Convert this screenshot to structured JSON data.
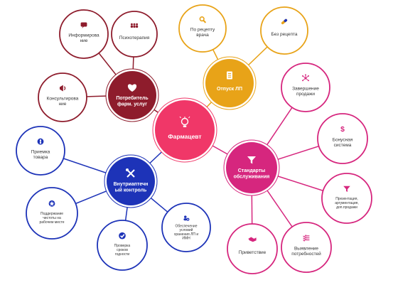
{
  "center": {
    "label": "Фармацевт",
    "icon": "lightbulb-icon",
    "color": "#f03768"
  },
  "hubs": [
    {
      "id": "consumer",
      "label": "Потребитель фарм. услуг",
      "icon": "heart-icon",
      "color": "#8e1c2c",
      "children": [
        {
          "label": "Информирова ние",
          "icon": "chat-bubble-icon"
        },
        {
          "label": "Психотерапия",
          "icon": "group-icon"
        },
        {
          "label": "Консультирова ние",
          "icon": "megaphone-icon"
        }
      ]
    },
    {
      "id": "dispensing",
      "label": "Отпуск ЛП",
      "icon": "document-icon",
      "color": "#e8a318",
      "children": [
        {
          "label": "По рецепту врача",
          "icon": "search-icon"
        },
        {
          "label": "Без рецепта",
          "icon": "pill-icon"
        }
      ]
    },
    {
      "id": "internal",
      "label": "Внутриаптечн ый контроль",
      "icon": "tools-icon",
      "color": "#1d33b8",
      "children": [
        {
          "label": "Приемка товара",
          "icon": "alert-icon"
        },
        {
          "label": "Поддержание чистоты на рабочем месте",
          "icon": "star-badge-icon"
        },
        {
          "label": "Проверка сроков годности",
          "icon": "check-circle-icon"
        },
        {
          "label": "Обеспечение условий хранения ЛП и ИМН",
          "icon": "person-search-icon"
        }
      ]
    },
    {
      "id": "standards",
      "label": "Стандарты обслуживания",
      "icon": "filter-icon",
      "color": "#d6267e",
      "children": [
        {
          "label": "Завершение продажи",
          "icon": "network-icon"
        },
        {
          "label": "Бонусная система",
          "icon": "dollar-icon"
        },
        {
          "label": "Презентация, аргументация, доп.продажи",
          "icon": "funnel-icon"
        },
        {
          "label": "Выявление потребностей",
          "icon": "checklist-icon"
        },
        {
          "label": "Приветствие",
          "icon": "handshake-icon"
        }
      ]
    }
  ]
}
